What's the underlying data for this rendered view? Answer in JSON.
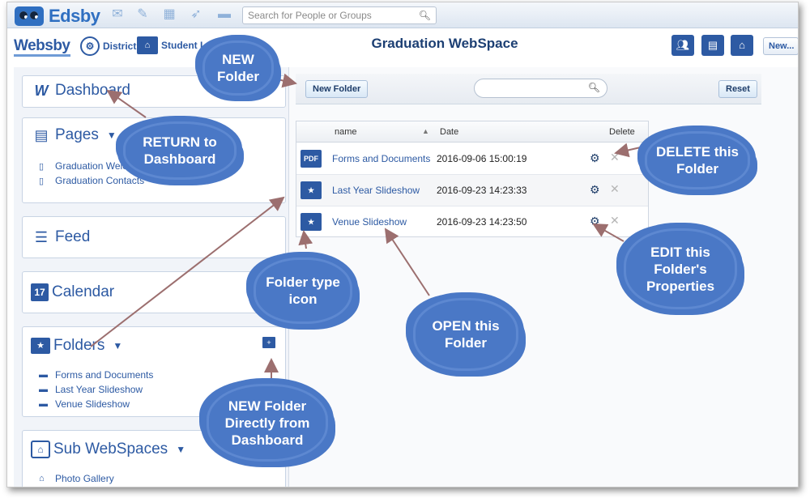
{
  "topbar": {
    "logo_text": "Edsby",
    "search_placeholder": "Search for People or Groups",
    "icons": [
      "mail-icon",
      "compose-icon",
      "calendar-icon",
      "rocket-icon",
      "folder-icon",
      "search-icon"
    ]
  },
  "webspace": {
    "logo_text": "Websby",
    "district_label": "District",
    "student_label": "Student L",
    "title": "Graduation WebSpace",
    "new_button": "New..."
  },
  "sidebar": {
    "dashboard": {
      "label": "Dashboard"
    },
    "pages": {
      "label": "Pages",
      "items": [
        "Graduation Welco",
        "Graduation Contacts"
      ]
    },
    "feed": {
      "label": "Feed"
    },
    "calendar": {
      "label": "Calendar",
      "icon_text": "17"
    },
    "folders": {
      "label": "Folders",
      "items": [
        "Forms and Documents",
        "Last Year Slideshow",
        "Venue Slideshow"
      ]
    },
    "subwebspaces": {
      "label": "Sub WebSpaces",
      "items": [
        "Photo Gallery"
      ]
    }
  },
  "main": {
    "new_folder_button": "New Folder",
    "filter_placeholder": "",
    "reset_button": "Reset",
    "columns": {
      "name": "name",
      "date": "Date",
      "delete": "Delete"
    },
    "folders": [
      {
        "icon_text": "PDF",
        "name": "Forms and Documents",
        "date": "2016-09-06 15:00:19"
      },
      {
        "icon_text": "",
        "name": "Last Year Slideshow",
        "date": "2016-09-23 14:23:33"
      },
      {
        "icon_text": "",
        "name": "Venue Slideshow",
        "date": "2016-09-23 14:23:50"
      }
    ]
  },
  "annotations": {
    "new_folder": "NEW Folder",
    "return_dashboard": "RETURN to Dashboard",
    "delete_folder": "DELETE this Folder",
    "edit_folder": "EDIT this Folder's Properties",
    "folder_type_icon": "Folder type icon",
    "open_folder": "OPEN this Folder",
    "new_folder_dashboard": "NEW Folder Directly from Dashboard"
  },
  "colors": {
    "brand": "#2d5aa3",
    "cloud": "#4a78c6",
    "arrow": "#9c6f6f"
  }
}
